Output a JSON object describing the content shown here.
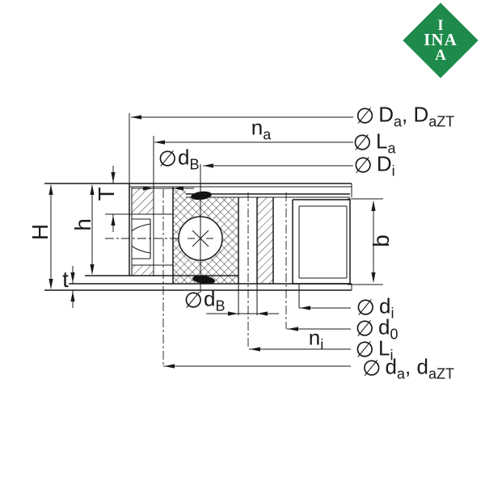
{
  "logo": {
    "line1": "I",
    "line2": "INA",
    "line3": "A",
    "green": "#1E8A4B",
    "white": "#FFFFFF"
  },
  "drawing": {
    "line_color": "#1A1A1A",
    "labels": {
      "Da": {
        "sym": "∅",
        "p0": "D",
        "s0": "a",
        "p1": ", D",
        "s1": "aZT"
      },
      "La": {
        "sym": "∅",
        "p0": "L",
        "s0": "a"
      },
      "Di": {
        "sym": "∅",
        "p0": "D",
        "s0": "i"
      },
      "na": {
        "p0": "n",
        "s0": "a"
      },
      "dB_top": {
        "sym": "∅",
        "p0": "d",
        "s0": "B"
      },
      "dB_bottom": {
        "sym": "∅",
        "p0": "d",
        "s0": "B"
      },
      "di": {
        "sym": "∅",
        "p0": "d",
        "s0": "i"
      },
      "d0": {
        "sym": "∅",
        "p0": "d",
        "s0": "0"
      },
      "ni": {
        "p0": "n",
        "s0": "i"
      },
      "Li": {
        "sym": "∅",
        "p0": "L",
        "s0": "i"
      },
      "da": {
        "sym": "∅",
        "p0": "d",
        "s0": "a",
        "p1": ", d",
        "s1": "aZT"
      },
      "H": {
        "p0": "H"
      },
      "h": {
        "p0": "h"
      },
      "T": {
        "p0": "T"
      },
      "t": {
        "p0": "t"
      },
      "b": {
        "p0": "b"
      }
    }
  }
}
